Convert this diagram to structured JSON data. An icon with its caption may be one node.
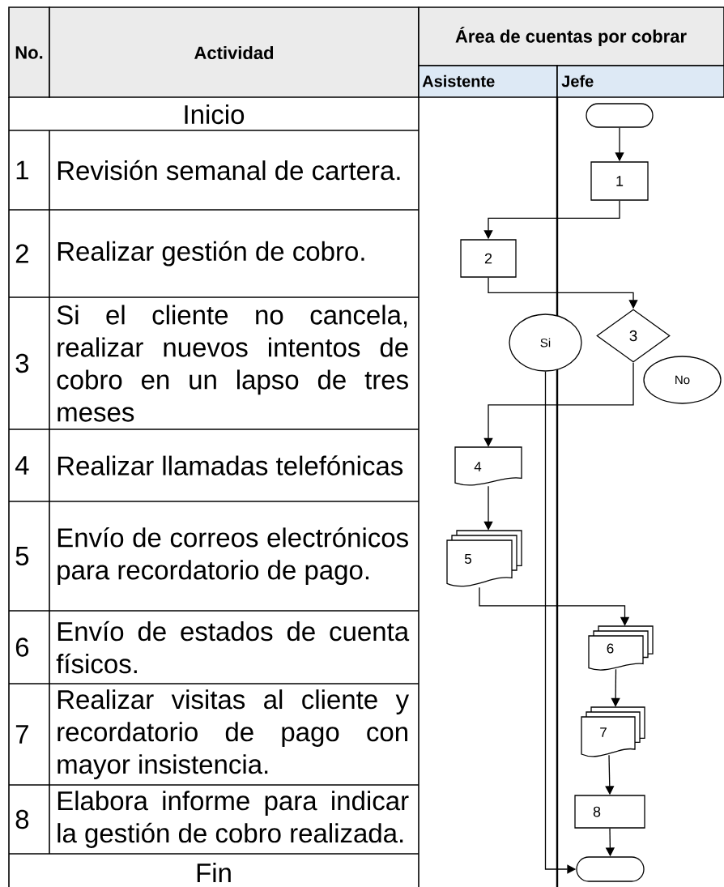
{
  "diagram": {
    "nodes": [
      {
        "text": [],
        "shape": "terminal"
      },
      {
        "text": [
          "1"
        ]
      },
      {
        "text": [
          "2"
        ]
      },
      {
        "text": [
          "3"
        ]
      },
      {
        "text": [
          "Si"
        ]
      },
      {
        "text": [
          "No"
        ]
      },
      {
        "text": [
          "4"
        ]
      },
      {
        "text": [
          "5"
        ]
      },
      {
        "text": [
          "6"
        ]
      },
      {
        "text": [
          "7"
        ]
      },
      {
        "text": [
          "8"
        ]
      },
      {
        "text": [],
        "shape": "terminal"
      }
    ],
    "edges": [
      {
        "from": 0,
        "to": 1,
        "arrow": "to"
      },
      {
        "from": 1,
        "to": 2,
        "arrow": "to"
      },
      {
        "from": 2,
        "to": 3,
        "arrow": "to"
      },
      {
        "from": 3,
        "to": 6,
        "arrow": "to"
      },
      {
        "from": 6,
        "to": 7,
        "arrow": "to"
      },
      {
        "from": 7,
        "to": 8,
        "arrow": "to"
      },
      {
        "from": 8,
        "to": 9,
        "arrow": "to"
      },
      {
        "from": 9,
        "to": 10,
        "arrow": "to"
      },
      {
        "from": 10,
        "to": 11,
        "arrow": "to"
      },
      {
        "from": 4,
        "to": 11,
        "arrow": "to"
      }
    ],
    "labels": [
      "No.",
      "Actividad",
      "Área de cuentas por cobrar",
      "Asistente",
      "Jefe",
      "Inicio",
      "1",
      "Revisión semanal de cartera.",
      "2",
      "Realizar gestión de cobro.",
      "3",
      "Si el cliente no cancela, realizar nuevos intentos de cobro en un lapso de tres meses",
      "4",
      "Realizar llamadas telefónicas",
      "5",
      "Envío de correos electrónicos para recordatorio de pago.",
      "6",
      "Envío de estados de cuenta físicos.",
      "7",
      "Realizar visitas al cliente y recordatorio de pago con mayor insistencia.",
      "8",
      "Elabora informe para indicar la gestión de cobro realizada.",
      "Fin"
    ]
  }
}
